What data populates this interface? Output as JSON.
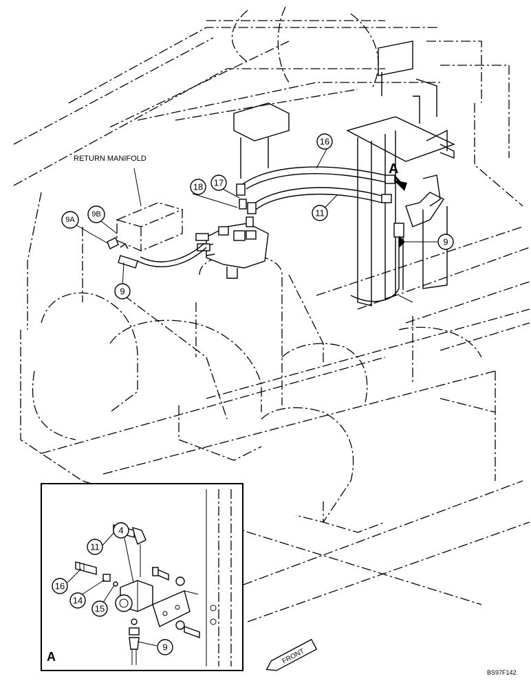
{
  "diagram": {
    "main_label": "RETURN MANIFOLD",
    "view_letter": "A",
    "inset_letter": "A",
    "front_label": "FRONT",
    "drawing_code": "BS97F142",
    "callouts": [
      "16",
      "17",
      "18",
      "11",
      "9B",
      "9A",
      "9",
      "9"
    ],
    "inset_callouts": [
      "11",
      "4",
      "16",
      "14",
      "15",
      "9"
    ]
  }
}
